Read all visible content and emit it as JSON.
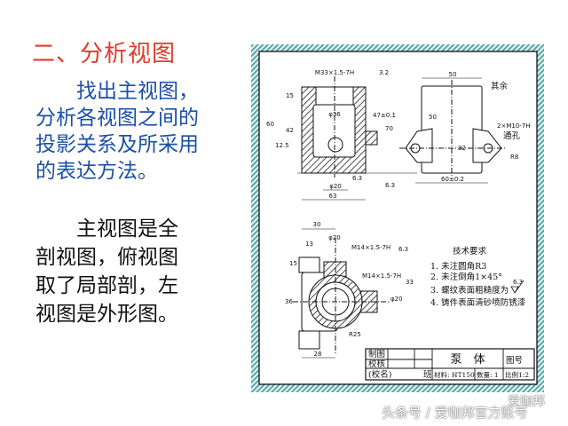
{
  "slide": {
    "title": "二、分析视图",
    "paragraph1": [
      "　　找出主视图，",
      "分析各视图之间的",
      "投影关系及所采用",
      "的表达方法。"
    ],
    "paragraph2": [
      "　　主视图是全",
      "剖视图，俯视图",
      "取了局部剖，左",
      "视图是外形图。"
    ]
  },
  "drawing": {
    "main_view": {
      "thread": "M33×1.5-7H",
      "rough_top": "3.2",
      "d15": "15",
      "d60": "60",
      "d42": "42",
      "d47": "47±0.1",
      "d70": "70",
      "rough_left": "12.5",
      "dia36": "φ36",
      "dia20": "φ20",
      "rough_bottom": "6.3",
      "rough_side": "6.3",
      "d63": "63"
    },
    "side_view": {
      "d50_top": "50",
      "other": "其余",
      "d50_v": "50",
      "holes": "2×M10-7H",
      "through": "通孔",
      "d32": "32",
      "r8": "R8",
      "d60": "60±0.2"
    },
    "top_view": {
      "d30": "30",
      "d13": "13",
      "dia20_top": "φ20",
      "thread1": "M14×1.5-7H",
      "rough": "6.3",
      "d15": "15",
      "thread2": "M14×1.5-7H",
      "d33": "33",
      "d36": "36",
      "dia20_right": "φ20",
      "r25": "R25",
      "d28": "28"
    },
    "tech_req": {
      "title": "技术要求",
      "items": [
        "1. 未注圆角R3",
        "2. 未注倒角1×45°",
        "3. 螺纹表面粗糙度为",
        "4. 铸件表面清砂喷防锈漆"
      ],
      "roughness": "6.3"
    },
    "title_block": {
      "drawn": "制图",
      "checked": "校核",
      "school": "(校名)",
      "class": "班",
      "part_name": "泵　体",
      "drawing_no": "图号",
      "material": "材料: HT150",
      "quantity": "数量: 1",
      "scale": "比例1:2"
    }
  },
  "watermark": {
    "brand": "爱咖邦",
    "source": "头条号 / 爱咖邦官方账号"
  },
  "colors": {
    "title": "#e23a2c",
    "blue_text": "#1b4fa8",
    "border": "#5aa6a6"
  }
}
